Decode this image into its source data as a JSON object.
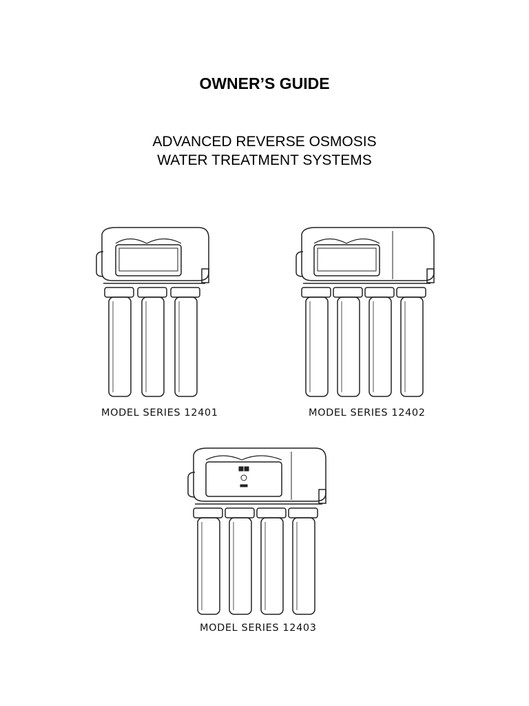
{
  "document": {
    "title": "OWNER’S GUIDE",
    "subtitle_line1": "ADVANCED REVERSE OSMOSIS",
    "subtitle_line2": "WATER TREATMENT SYSTEMS"
  },
  "figures": [
    {
      "caption": "MODEL SERIES 12401",
      "cartridges": 3
    },
    {
      "caption": "MODEL SERIES 12402",
      "cartridges": 4
    },
    {
      "caption": "MODEL SERIES 12403",
      "cartridges": 4,
      "has_monitor": true
    }
  ]
}
